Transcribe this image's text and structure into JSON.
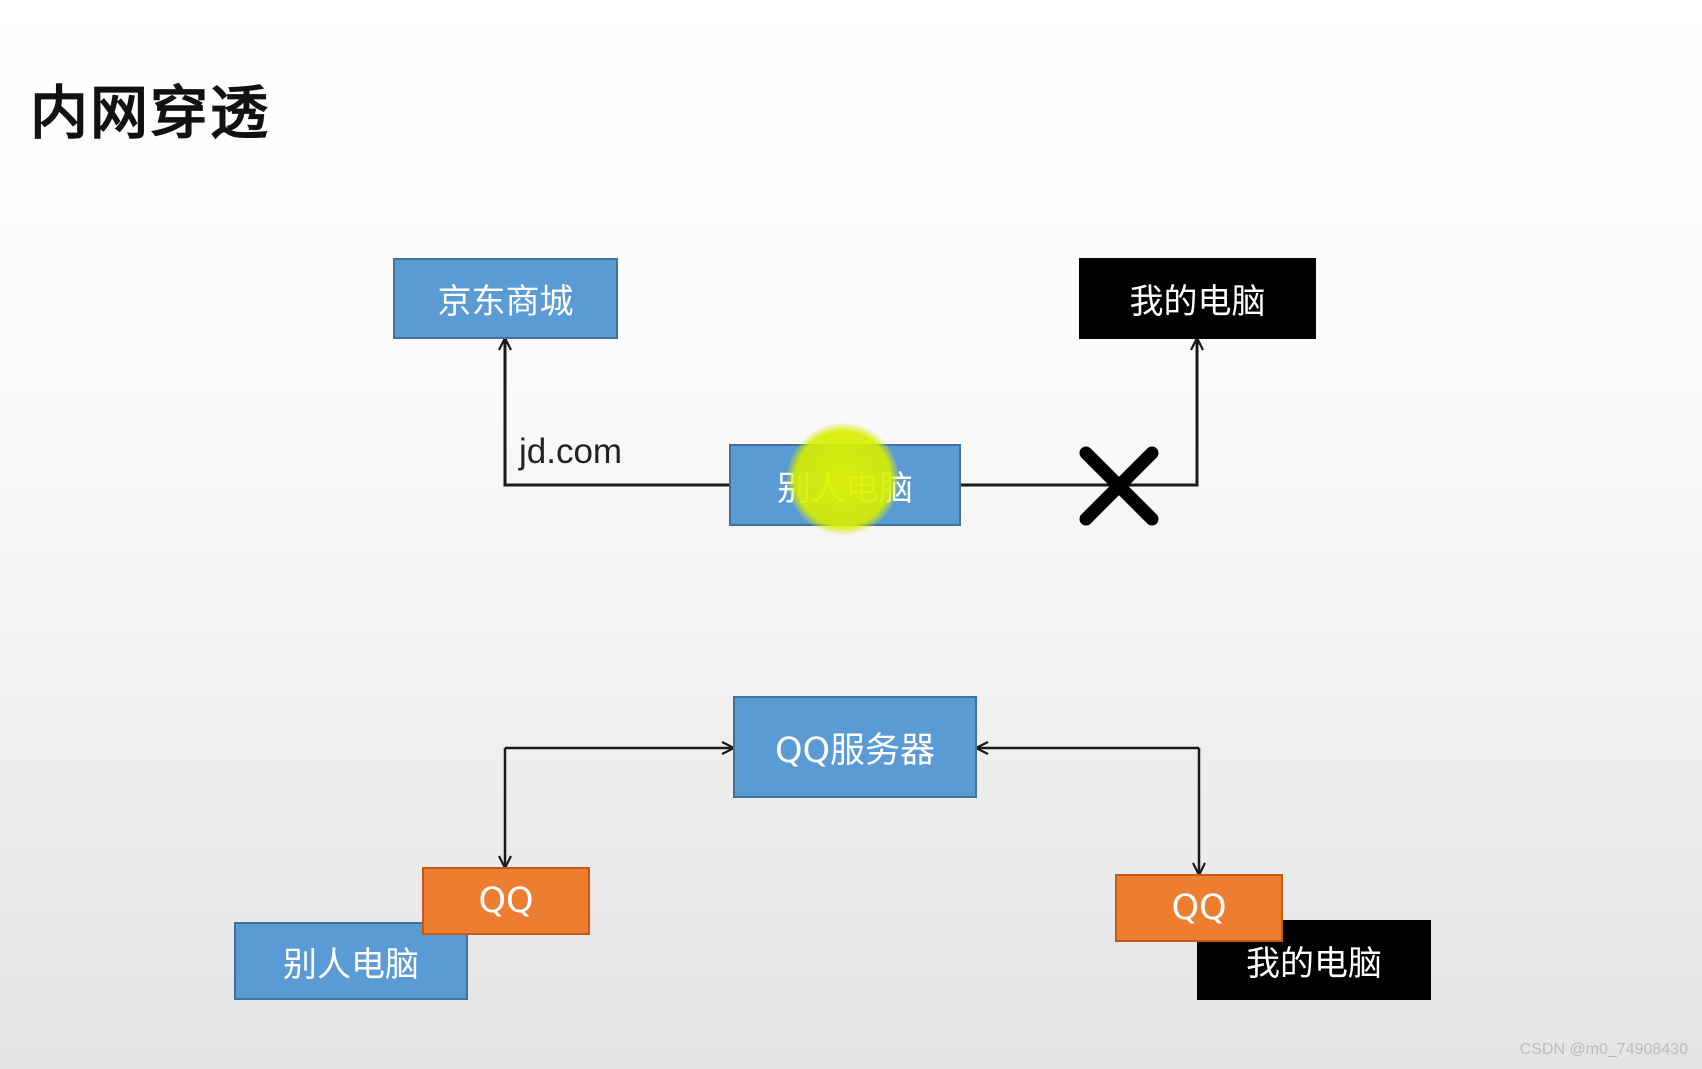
{
  "title": "内网穿透",
  "top_diagram": {
    "jd_box": "京东商城",
    "my_pc_box": "我的电脑",
    "other_pc_box": "别人电脑",
    "edge_label": "jd.com"
  },
  "bottom_diagram": {
    "server_box": "QQ服务器",
    "left_qq": "QQ",
    "right_qq": "QQ",
    "left_pc": "别人电脑",
    "right_pc": "我的电脑"
  },
  "watermark": "CSDN @m0_74908430",
  "colors": {
    "box_blue": "#5b9bd5",
    "box_orange": "#ed7d31",
    "box_black": "#000000",
    "cursor_highlight": "#dff000"
  }
}
